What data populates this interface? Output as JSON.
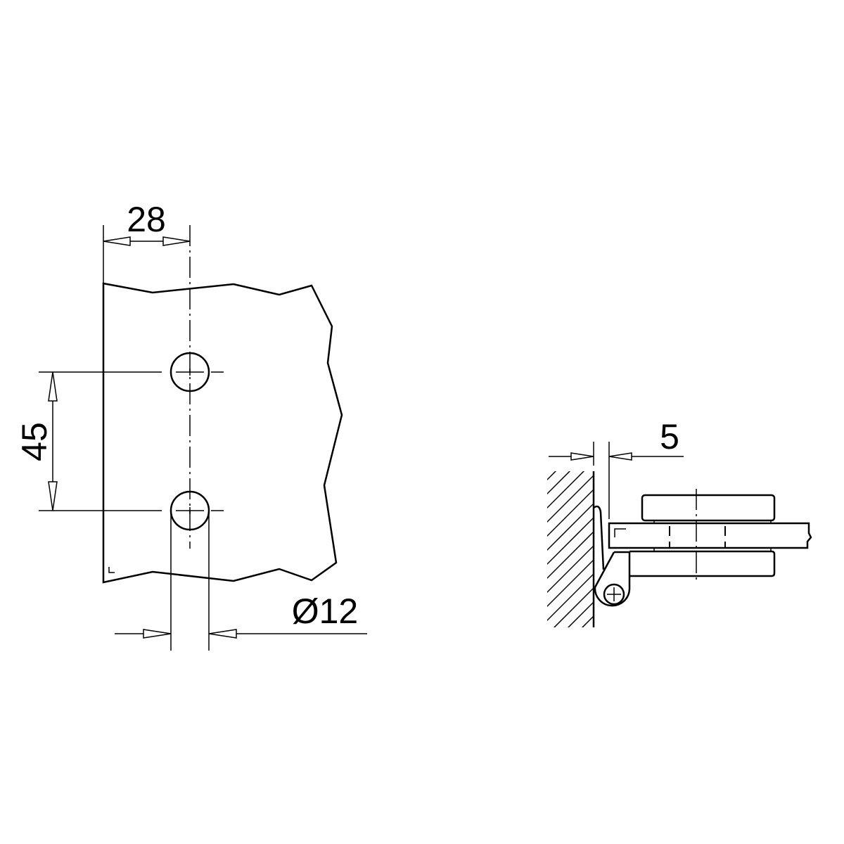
{
  "dimensions": {
    "width_label": "28",
    "hole_spacing_label": "45",
    "hole_diameter_label": "Ø12",
    "gap_label": "5"
  },
  "colors": {
    "line": "#000000",
    "background": "#ffffff"
  }
}
